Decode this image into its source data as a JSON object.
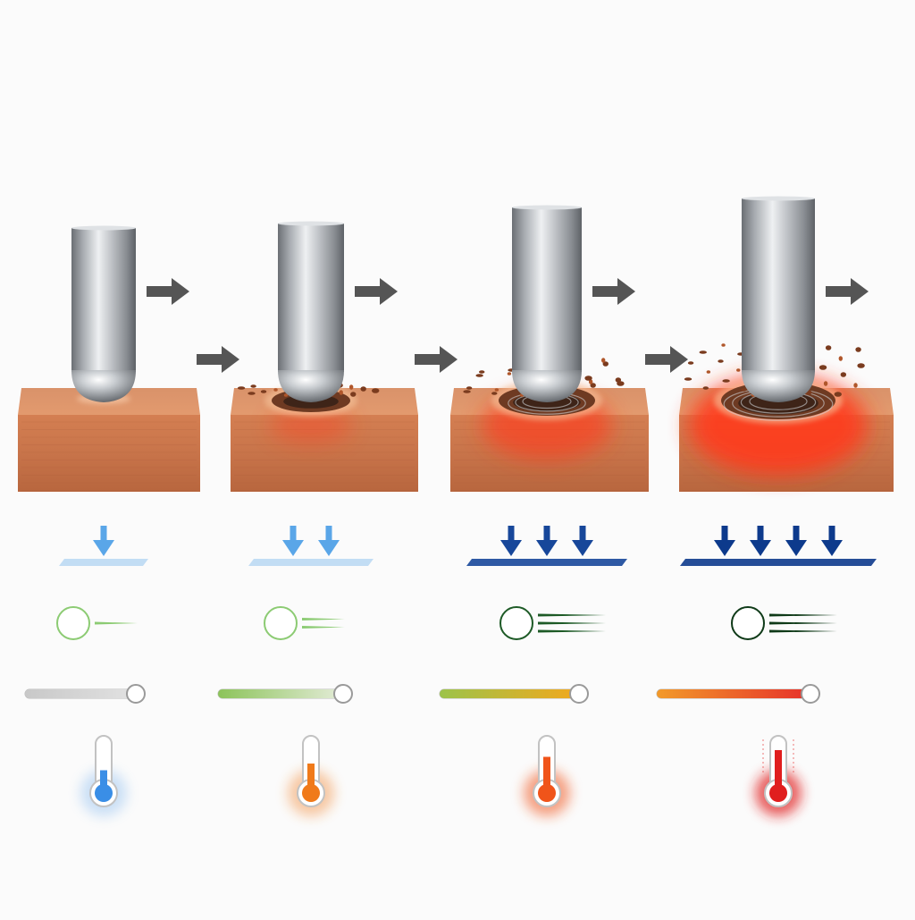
{
  "diagram": {
    "stage_count": 4,
    "colors": {
      "background": "#fbfbfb",
      "copper_light": "#e39a6e",
      "copper_dark": "#b8663e",
      "steel_light": "#eef0f2",
      "steel_dark": "#6b6f74",
      "arrow_gray": "#555555",
      "load_light_blue": "#5aa6e8",
      "load_dark_blue": "#0d3a8c",
      "speed_light_green": "#8ccb73",
      "speed_dark_green": "#1d5a26",
      "heat_glow": "#ff3a1a"
    },
    "icons": {
      "motion_arrow": "right-arrow-icon",
      "load": "down-arrow-icon",
      "speed": "speed-lines-icon",
      "progress": "progress-slider-icon",
      "temperature": "thermometer-icon"
    },
    "stages": [
      {
        "stage": 1,
        "load_arrows": 1,
        "load_color": "#5aa6e8",
        "speed_lines": 1,
        "speed_color": "#8ccb73",
        "progress": 1.0,
        "progress_colors": [
          "#c8c8c8",
          "#e2e2e2"
        ],
        "temperature_level": 0.35,
        "temperature_color": "#3a8ee6",
        "wear_level": 0,
        "heat_level": 0
      },
      {
        "stage": 2,
        "load_arrows": 2,
        "load_color": "#5aa6e8",
        "speed_lines": 2,
        "speed_color": "#8ccb73",
        "progress": 1.0,
        "progress_colors": [
          "#8cc35a",
          "#e4ecd8"
        ],
        "temperature_level": 0.5,
        "temperature_color": "#f07a1a",
        "wear_level": 1,
        "heat_level": 0.1
      },
      {
        "stage": 3,
        "load_arrows": 3,
        "load_color": "#17479a",
        "speed_lines": 3,
        "speed_color": "#1d5a26",
        "progress": 1.0,
        "progress_colors": [
          "#9cc34a",
          "#f2a81e"
        ],
        "temperature_level": 0.65,
        "temperature_color": "#f0541a",
        "wear_level": 2,
        "heat_level": 0.55
      },
      {
        "stage": 4,
        "load_arrows": 4,
        "load_color": "#0d3a8c",
        "speed_lines": 3,
        "speed_color": "#0f3a18",
        "progress": 1.0,
        "progress_colors": [
          "#f29a2a",
          "#e6302a"
        ],
        "temperature_level": 0.8,
        "temperature_color": "#e01e1e",
        "wear_level": 3,
        "heat_level": 1.0
      }
    ]
  }
}
